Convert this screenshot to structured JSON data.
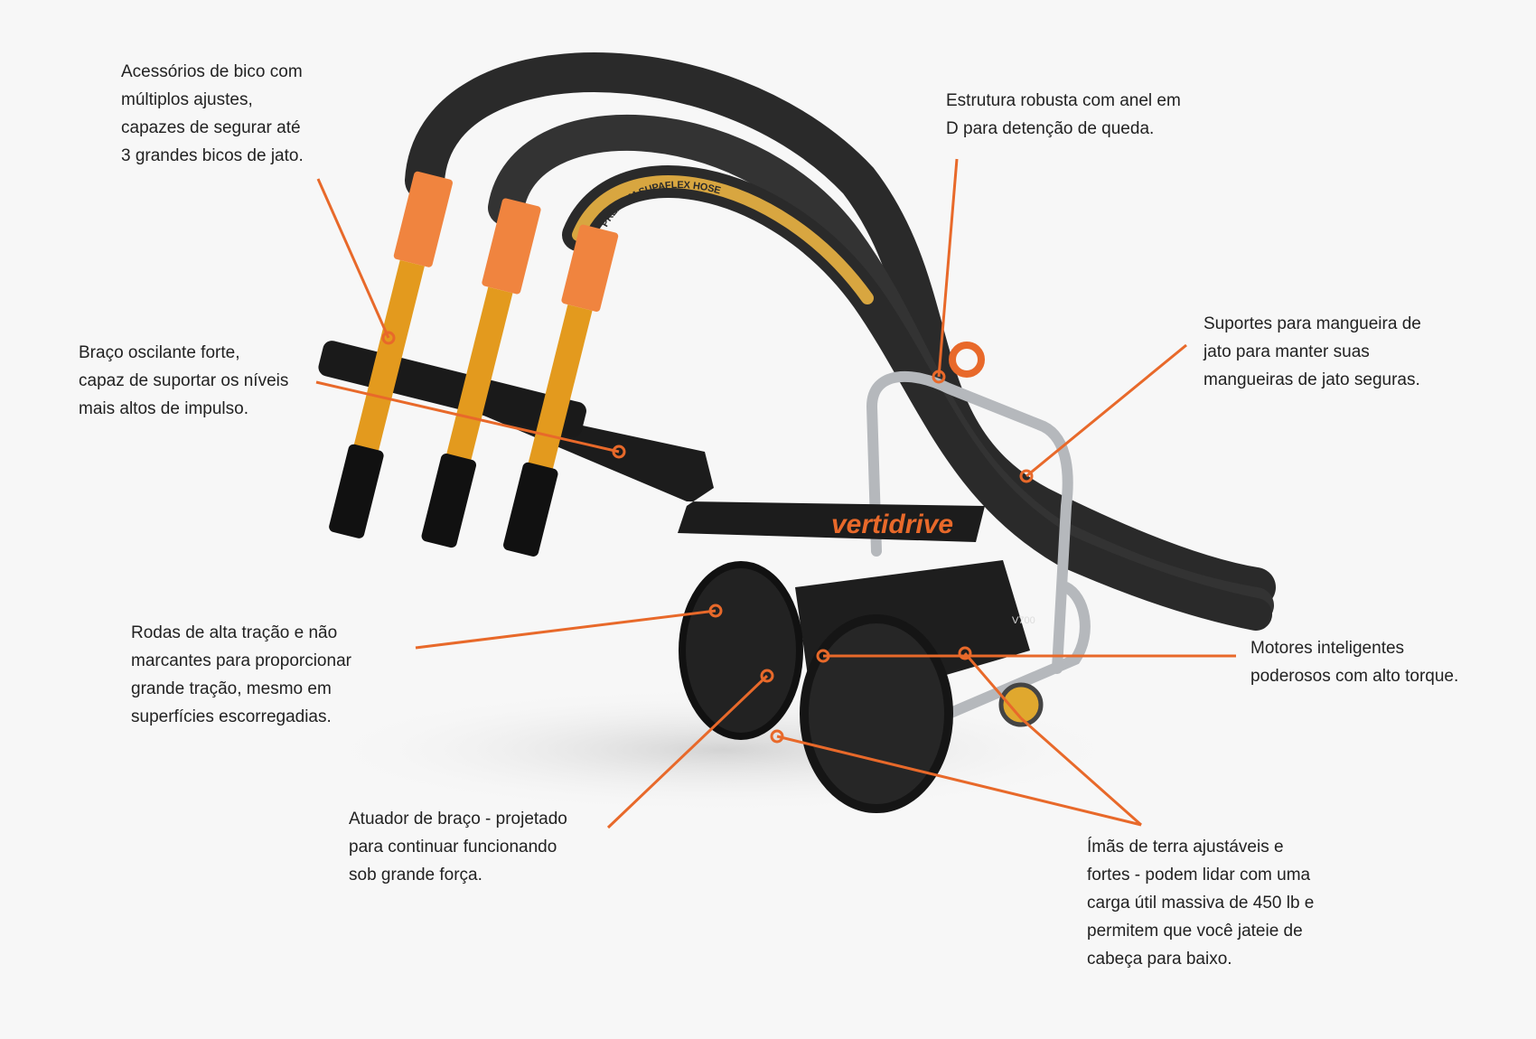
{
  "accent_color": "#e8692a",
  "product": {
    "brand_logo": "vertidrive",
    "model_badge": "V700",
    "hose_print": "PREMIUM SUPAFLEX HOSE"
  },
  "callouts": {
    "nozzle_attachments": {
      "lines": [
        "Acessórios de bico com",
        "múltiplos ajustes,",
        "capazes de segurar até",
        "3 grandes bicos de jato."
      ]
    },
    "swing_arm": {
      "lines": [
        "Braço oscilante forte,",
        "capaz de suportar os níveis",
        "mais altos de impulso."
      ]
    },
    "frame": {
      "lines": [
        "Estrutura robusta com anel em",
        "D para detenção de queda."
      ]
    },
    "hose_holders": {
      "lines": [
        "Suportes para mangueira de",
        "jato para manter suas",
        "mangueiras de jato seguras."
      ]
    },
    "wheels": {
      "lines": [
        "Rodas de alta tração e não",
        "marcantes para proporcionar",
        "grande tração, mesmo em",
        "superfícies escorregadias."
      ]
    },
    "motors": {
      "lines": [
        "Motores inteligentes",
        "poderosos com alto torque."
      ]
    },
    "arm_actuator": {
      "lines": [
        "Atuador de braço - projetado",
        "para continuar funcionando",
        "sob grande força."
      ]
    },
    "magnets": {
      "lines": [
        "Ímãs de terra ajustáveis e",
        "fortes - podem lidar com uma",
        "carga útil massiva de 450 lb e",
        "permitem que você jateie de",
        "cabeça para baixo."
      ]
    }
  }
}
